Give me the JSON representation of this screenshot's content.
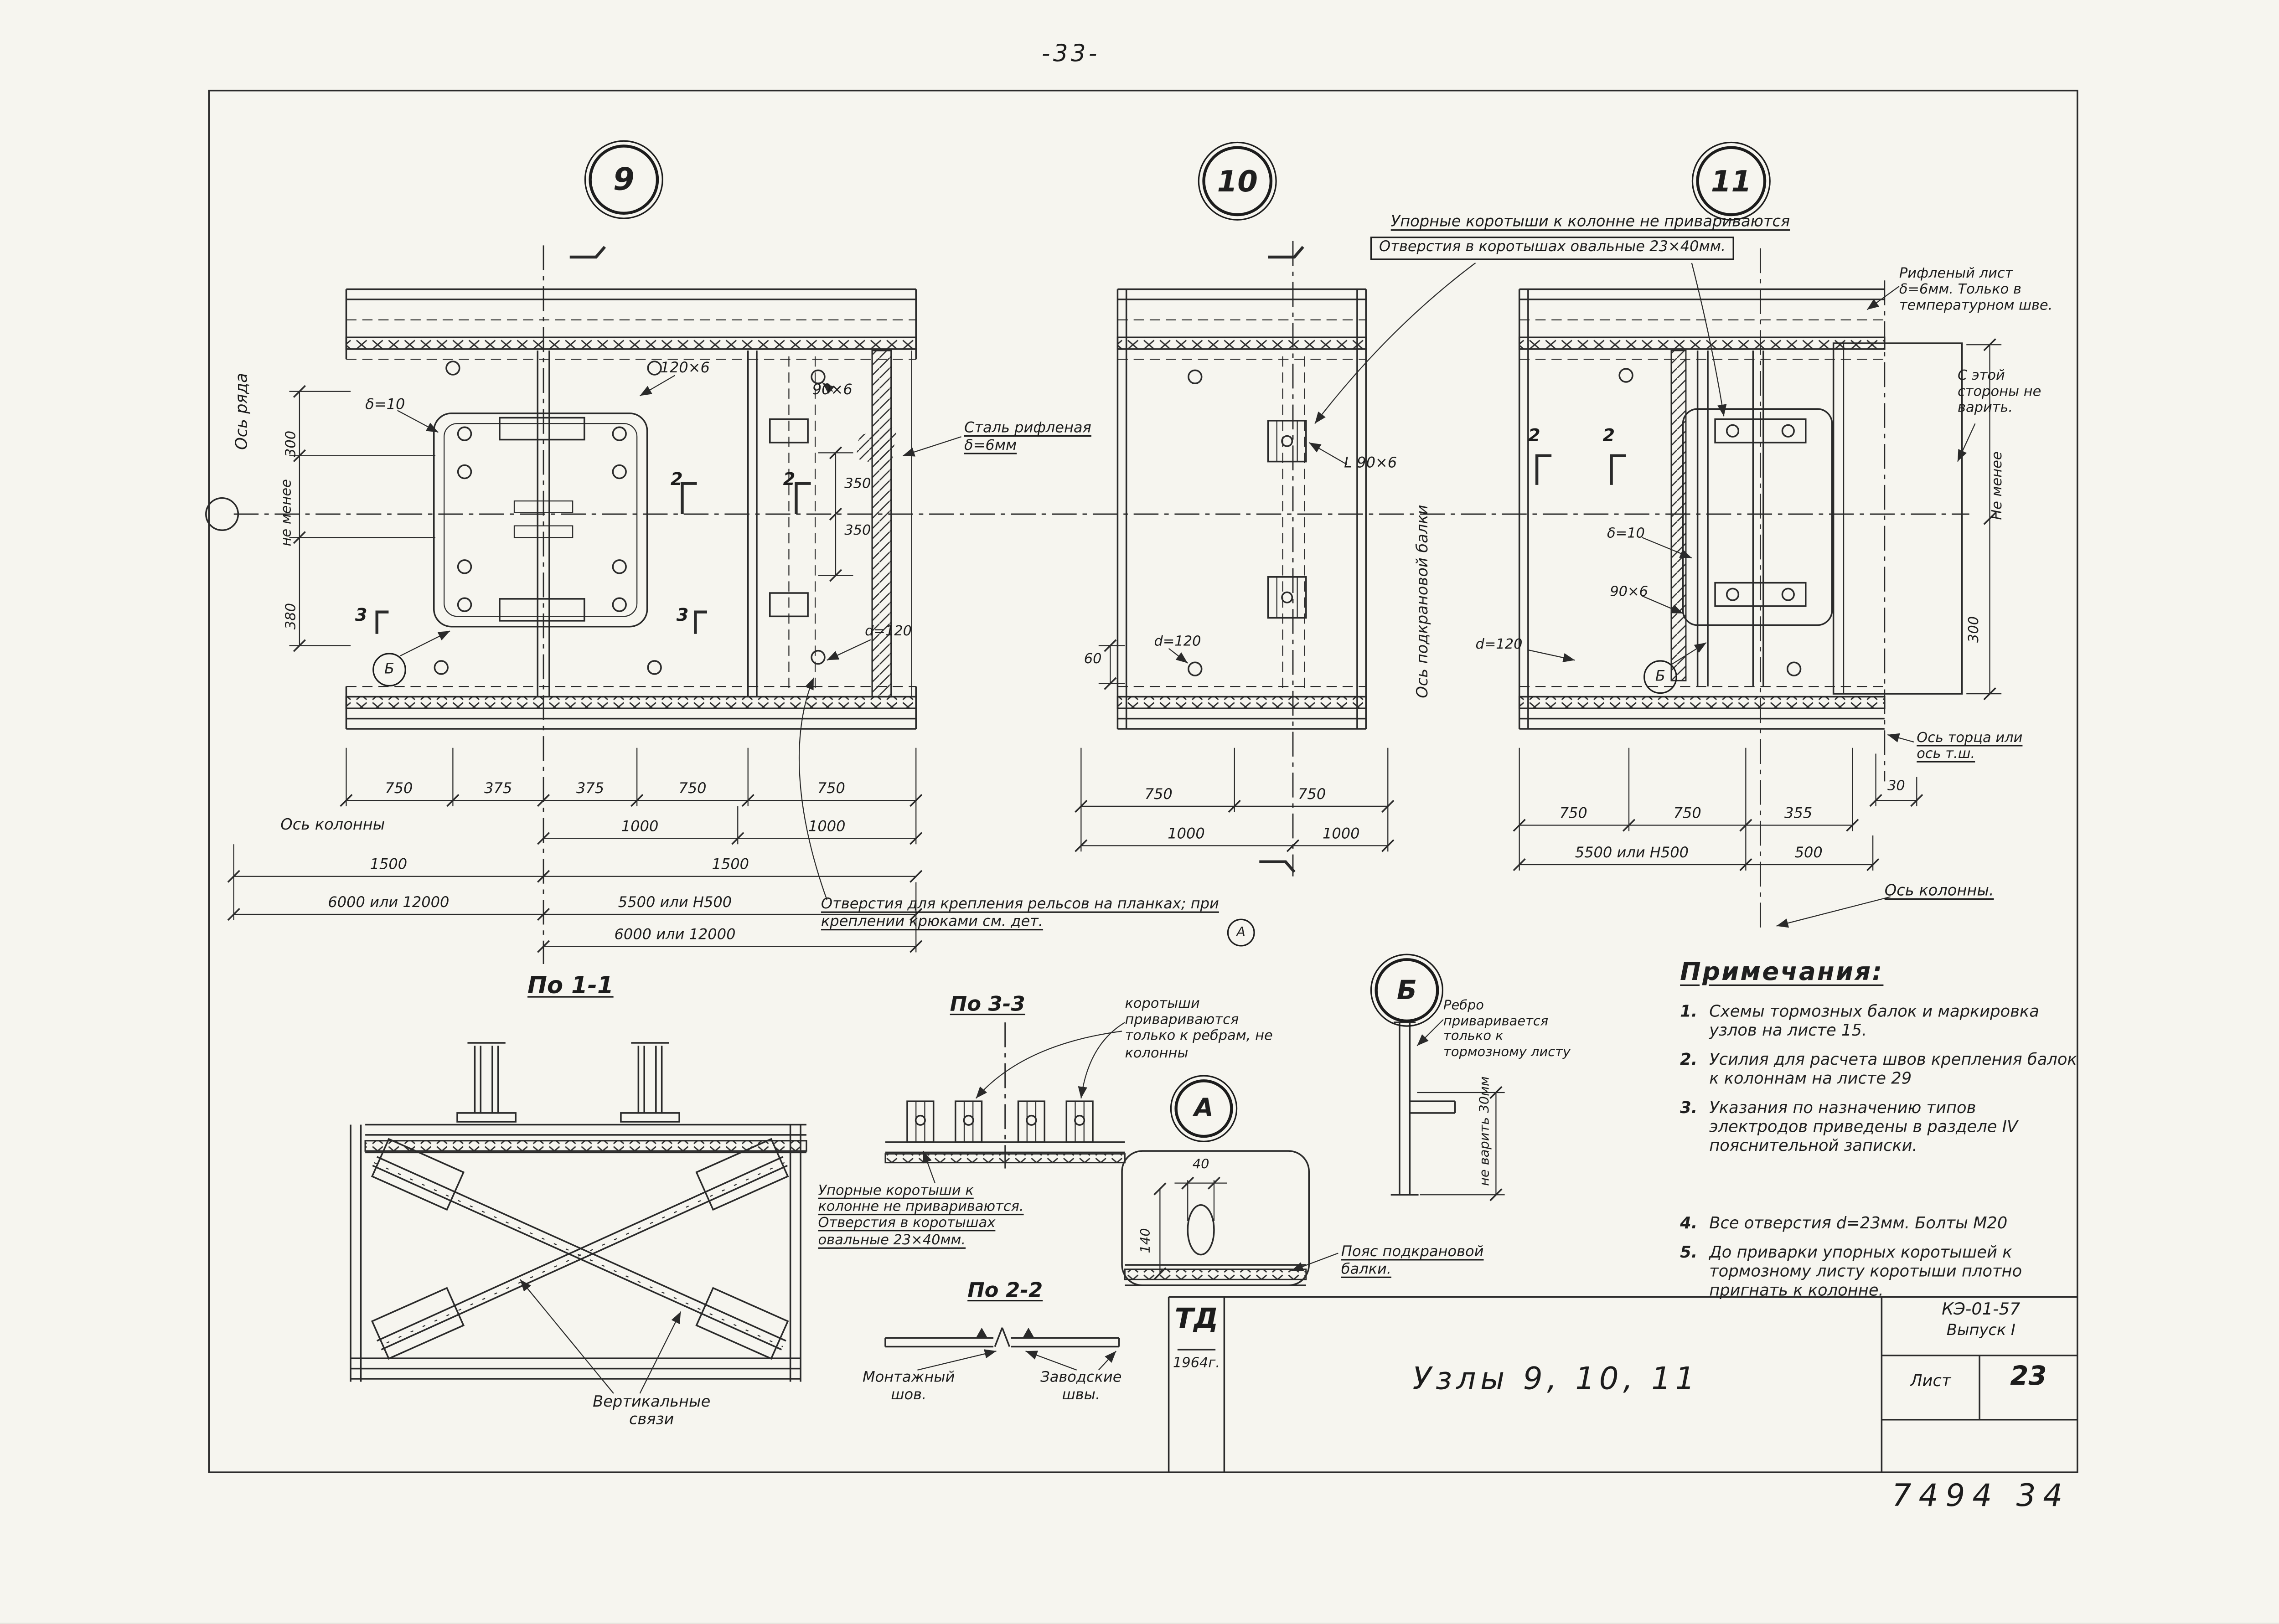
{
  "page": {
    "number": "-33-"
  },
  "balloons": {
    "n9": "9",
    "n10": "10",
    "n11": "11",
    "a": "А",
    "b": "Б",
    "b_small_9": "Б",
    "b_small_11": "Б",
    "a_ref": "А"
  },
  "axes": {
    "row_axis": "Ось ряда",
    "column_axis": "Ось колонны",
    "column_axis_11": "Ось колонны.",
    "crane_beam_axis": "Ось подкрановой балки",
    "end_axis": "Ось торца или ось т.ш."
  },
  "annotations": {
    "stub_note_line1": "Упорные коротыши к колонне не привариваются",
    "stub_note_line2": "Отверстия в коротышах овальные 23×40мм.",
    "riffled_sheet": "Рифленый лист δ=6мм. Только в температурном шве.",
    "no_weld_side": "С этой стороны не варить.",
    "steel_riffled": "Сталь рифленая δ=6мм",
    "angle_l90": "L 90×6",
    "rail_holes": "Отверстия для крепления рельсов на планках; при креплении крюками см. дет.",
    "stub_weld_ribs": "коротыши привариваются только к ребрам, не колонны",
    "stub_note_33": "Упорные коротыши к колонне не привариваются. Отверстия в коротышах овальные 23×40мм.",
    "vertical_braces": "Вертикальные связи",
    "site_weld": "Монтажный шов.",
    "shop_welds": "Заводские швы.",
    "rib_weld": "Ребро приваривается только к тормозному листу",
    "no_weld_30": "не варить 30мм",
    "crane_chord": "Пояс подкрановой балки."
  },
  "detail9": {
    "plate_120x6": "120×6",
    "plate_90x6": "90×6",
    "delta10": "δ=10",
    "dim_300": "300",
    "ne_menee": "не менее",
    "dim_380": "380",
    "dim_350a": "350",
    "dim_350b": "350",
    "mark2a": "2",
    "mark2b": "2",
    "mark3a": "3",
    "mark3b": "3",
    "d120": "d=120",
    "row1": [
      "750",
      "375",
      "375",
      "750",
      "750"
    ],
    "row2": [
      "1000",
      "1000"
    ],
    "row3": [
      "1500",
      "1500"
    ],
    "row4": [
      "6000 или 12000",
      "5500 или Н500"
    ],
    "row5": [
      "6000 или 12000"
    ]
  },
  "detail10": {
    "d120": "d=120",
    "dim60": "60",
    "row1": [
      "750",
      "750"
    ],
    "row2": [
      "1000",
      "1000"
    ]
  },
  "detail11": {
    "mark2a": "2",
    "mark2b": "2",
    "delta10": "δ=10",
    "plate_90x6": "90×6",
    "d120": "d=120",
    "ne_menee": "Не менее",
    "dim_300": "300",
    "dim_30": "30",
    "row1": [
      "750",
      "750",
      "355"
    ],
    "row2": [
      "5500 или Н500",
      "500"
    ]
  },
  "sections": {
    "s11": "По 1-1",
    "s33": "По 3-3",
    "s22": "По 2-2"
  },
  "detailA": {
    "dim40": "40",
    "dim140": "140"
  },
  "notes": {
    "title": "Примечания:",
    "items": [
      {
        "num": "1.",
        "text": "Схемы тормозных балок и маркировка узлов на листе 15."
      },
      {
        "num": "2.",
        "text": "Усилия для расчета швов крепления балок к колоннам на листе 29"
      },
      {
        "num": "3.",
        "text": "Указания по назначению типов электродов приведены в разделе IV пояснительной записки."
      },
      {
        "num": "4.",
        "text": "Все отверстия d=23мм. Болты М20"
      },
      {
        "num": "5.",
        "text": "До приварки упорных коротышей к тормозному листу коротыши плотно пригнать к колонне."
      }
    ]
  },
  "titleblock": {
    "org": "ТД",
    "year": "1964г.",
    "title": "Узлы 9, 10, 11",
    "code": "КЭ-01-57",
    "issue": "Выпуск I",
    "sheet_label": "Лист",
    "sheet_number": "23",
    "stamp": "7494  34"
  }
}
